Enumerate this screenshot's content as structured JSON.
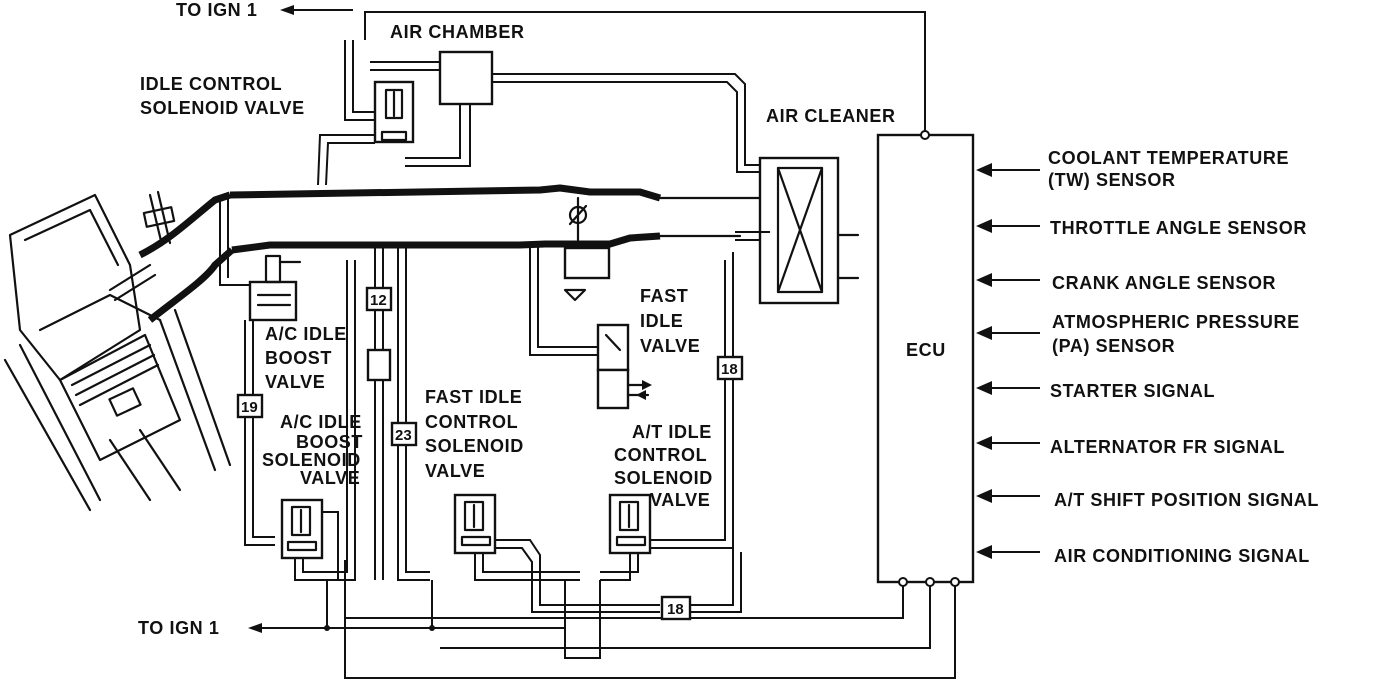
{
  "labels": {
    "to_ign_top": "TO IGN 1",
    "to_ign_bottom": "TO IGN 1",
    "air_chamber": "AIR CHAMBER",
    "idle_control_1": "IDLE CONTROL",
    "idle_control_2": "SOLENOID VALVE",
    "air_cleaner": "AIR CLEANER",
    "ecu": "ECU",
    "ac_boost_1": "A/C IDLE",
    "ac_boost_2": "BOOST",
    "ac_boost_3": "VALVE",
    "ac_sol_1": "A/C IDLE",
    "ac_sol_2": "BOOST",
    "ac_sol_3": "SOLENOID",
    "ac_sol_4": "VALVE",
    "fast_idle_1": "FAST",
    "fast_idle_2": "IDLE",
    "fast_idle_3": "VALVE",
    "fic_1": "FAST IDLE",
    "fic_2": "CONTROL",
    "fic_3": "SOLENOID",
    "fic_4": "VALVE",
    "at_1": "A/T IDLE",
    "at_2": "CONTROL",
    "at_3": "SOLENOID",
    "at_4": "VALVE"
  },
  "hose_numbers": {
    "h12": "12",
    "h19": "19",
    "h23": "23",
    "h18_right": "18",
    "h18_bottom": "18"
  },
  "ecu_inputs": [
    {
      "line1": "COOLANT TEMPERATURE",
      "line2": "(TW) SENSOR"
    },
    {
      "line1": "THROTTLE ANGLE SENSOR",
      "line2": ""
    },
    {
      "line1": "CRANK ANGLE SENSOR",
      "line2": ""
    },
    {
      "line1": "ATMOSPHERIC PRESSURE",
      "line2": "(PA) SENSOR"
    },
    {
      "line1": "STARTER SIGNAL",
      "line2": ""
    },
    {
      "line1": "ALTERNATOR FR SIGNAL",
      "line2": ""
    },
    {
      "line1": "A/T SHIFT POSITION SIGNAL",
      "line2": ""
    },
    {
      "line1": "AIR CONDITIONING SIGNAL",
      "line2": ""
    }
  ]
}
